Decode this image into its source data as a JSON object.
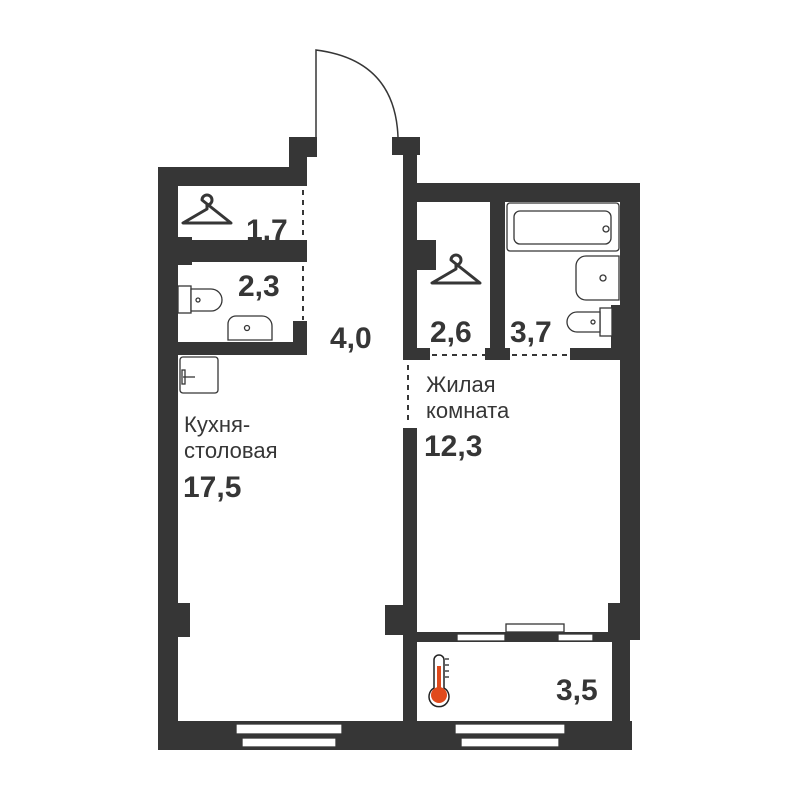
{
  "plan": {
    "rooms": [
      {
        "id": "wardrobe-1",
        "area": "1,7"
      },
      {
        "id": "bathroom-1",
        "area": "2,3"
      },
      {
        "id": "hallway",
        "area": "4,0"
      },
      {
        "id": "wardrobe-2",
        "area": "2,6"
      },
      {
        "id": "bathroom-2",
        "area": "3,7"
      },
      {
        "id": "kitchen",
        "name_line1": "Кухня-",
        "name_line2": "столовая",
        "area": "17,5"
      },
      {
        "id": "living-room",
        "name_line1": "Жилая",
        "name_line2": "комната",
        "area": "12,3"
      },
      {
        "id": "loggia",
        "area": "3,5"
      }
    ],
    "colors": {
      "wall": "#363636",
      "thermometer": "#e04a1c"
    },
    "icons": [
      "hanger-icon",
      "toilet-icon",
      "sink-icon",
      "bathtub-icon",
      "stove-icon",
      "thermometer-icon",
      "door-arc-icon"
    ]
  }
}
